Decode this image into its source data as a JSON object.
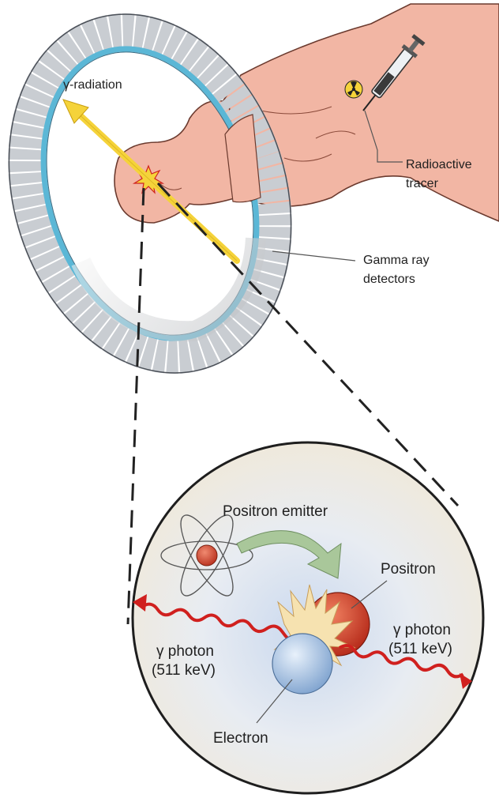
{
  "labels": {
    "radiation": "γ-radiation",
    "tracer_line1": "Radioactive",
    "tracer_line2": "tracer",
    "detectors_line1": "Gamma ray",
    "detectors_line2": "detectors",
    "positron_emitter": "Positron emitter",
    "positron": "Positron",
    "photon_left_line1": "γ photon",
    "photon_left_line2": "(511 keV)",
    "photon_right_line1": "γ photon",
    "photon_right_line2": "(511 keV)",
    "electron": "Electron"
  },
  "colors": {
    "skin": "#f2b6a4",
    "skin_outline": "#6b3a2e",
    "detector_block": "#c9cdd2",
    "ring_inner": "#5bb7d6",
    "radiation_arrow": "#f5d33a",
    "photon_wave": "#d0201e",
    "positron": "#d9432c",
    "electron": "#a9c6e8",
    "emitter_arrow": "#a9c79a"
  },
  "icons": [
    "radiation-trefoil-icon",
    "syringe-icon",
    "atom-icon"
  ]
}
